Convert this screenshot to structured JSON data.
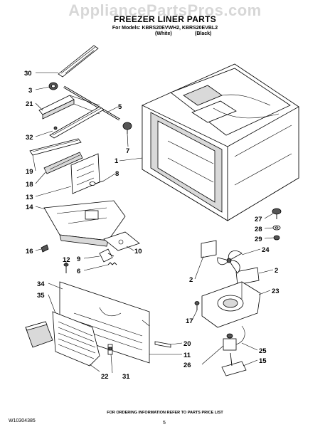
{
  "watermark": "AppliancePartsPros.com",
  "title": "FREEZER LINER PARTS",
  "models_line": "For Models: KBRS20EVWH2, KBRS20EVBL2",
  "variants": [
    "(White)",
    "(Black)"
  ],
  "footer_note": "FOR ORDERING INFORMATION REFER TO PARTS PRICE LIST",
  "document_number": "W10304385",
  "page_number": "5",
  "callouts": [
    {
      "id": "c30",
      "label": "30"
    },
    {
      "id": "c3",
      "label": "3"
    },
    {
      "id": "c21",
      "label": "21"
    },
    {
      "id": "c5",
      "label": "5"
    },
    {
      "id": "c32",
      "label": "32"
    },
    {
      "id": "c7",
      "label": "7"
    },
    {
      "id": "c1",
      "label": "1"
    },
    {
      "id": "c19",
      "label": "19"
    },
    {
      "id": "c18",
      "label": "18"
    },
    {
      "id": "c8",
      "label": "8"
    },
    {
      "id": "c13",
      "label": "13"
    },
    {
      "id": "c14",
      "label": "14"
    },
    {
      "id": "c27",
      "label": "27"
    },
    {
      "id": "c28",
      "label": "28"
    },
    {
      "id": "c29",
      "label": "29"
    },
    {
      "id": "c16",
      "label": "16"
    },
    {
      "id": "c10",
      "label": "10"
    },
    {
      "id": "c12",
      "label": "12"
    },
    {
      "id": "c9",
      "label": "9"
    },
    {
      "id": "c6",
      "label": "6"
    },
    {
      "id": "c24",
      "label": "24"
    },
    {
      "id": "c34",
      "label": "34"
    },
    {
      "id": "c2a",
      "label": "2"
    },
    {
      "id": "c2b",
      "label": "2"
    },
    {
      "id": "c35",
      "label": "35"
    },
    {
      "id": "c23",
      "label": "23"
    },
    {
      "id": "c17",
      "label": "17"
    },
    {
      "id": "c20",
      "label": "20"
    },
    {
      "id": "c25",
      "label": "25"
    },
    {
      "id": "c11",
      "label": "11"
    },
    {
      "id": "c26",
      "label": "26"
    },
    {
      "id": "c15",
      "label": "15"
    },
    {
      "id": "c22",
      "label": "22"
    },
    {
      "id": "c31",
      "label": "31"
    }
  ]
}
